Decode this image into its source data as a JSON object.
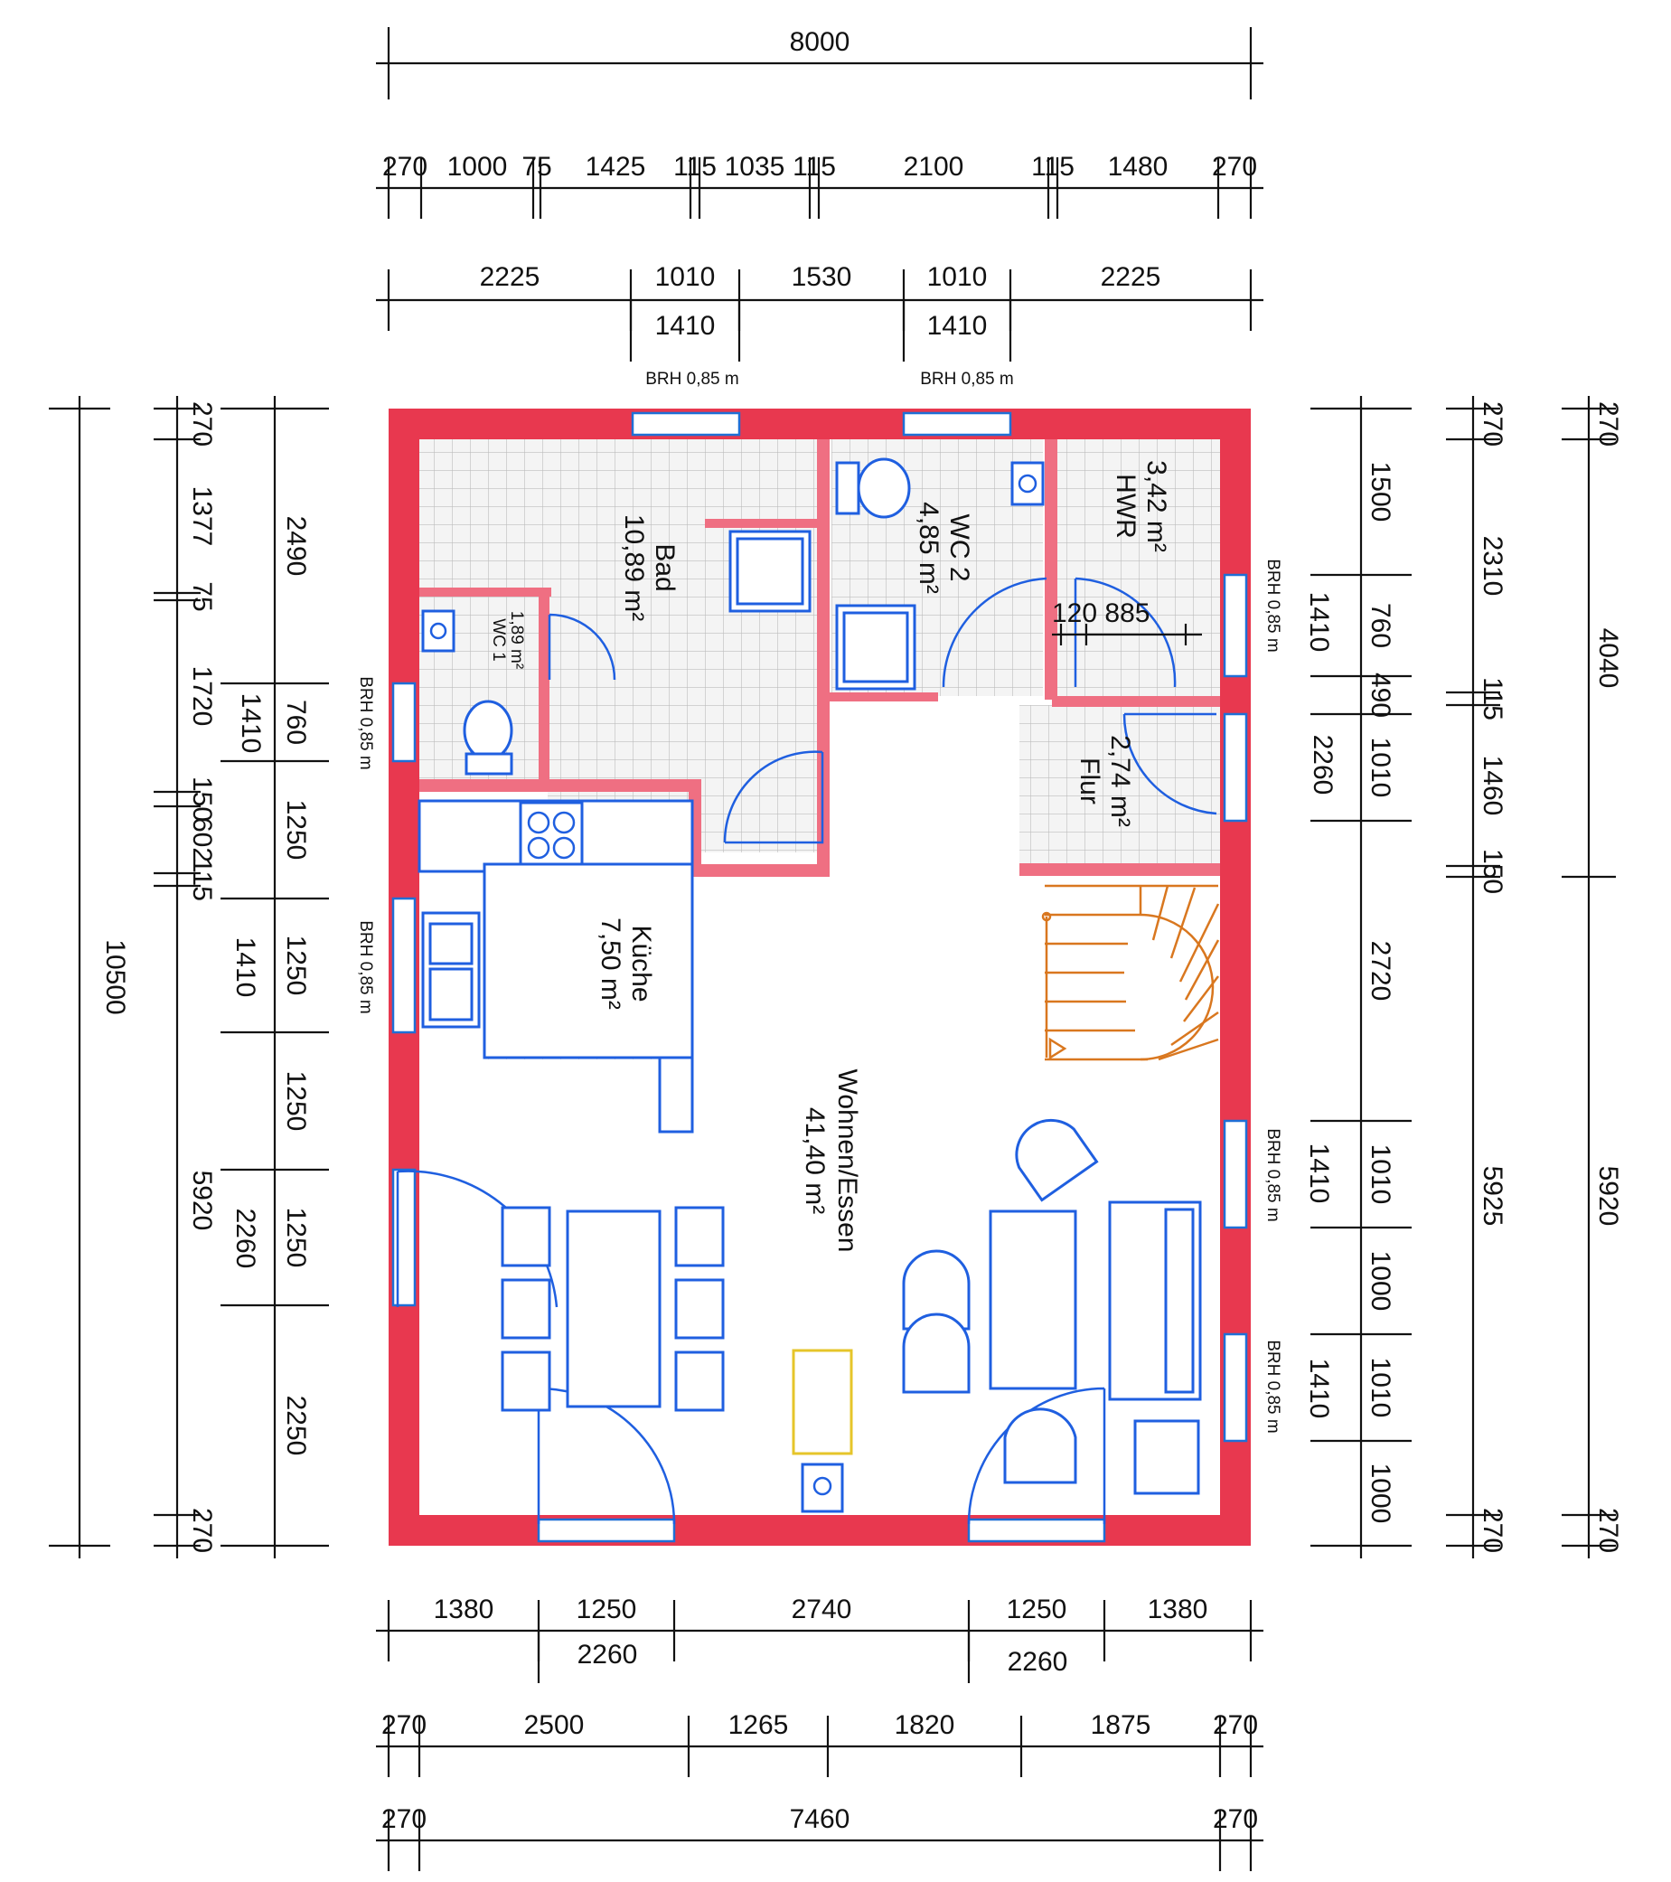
{
  "dims": {
    "top_total": "8000",
    "top_row1": [
      "270",
      "1000",
      "75",
      "1425",
      "115",
      "1035",
      "115",
      "2100",
      "115",
      "1480",
      "270"
    ],
    "top_row2": [
      "2225",
      "1010",
      "1530",
      "1010",
      "2225"
    ],
    "top_window": [
      "1410",
      "1410"
    ],
    "top_brh": [
      "BRH 0,85 m",
      "BRH 0,85 m"
    ],
    "left_total": "10500",
    "left_row1": [
      "270",
      "1377",
      "75",
      "1720",
      "150",
      "602",
      "115",
      "5920",
      "270"
    ],
    "left_row1b": [
      "1410",
      "1410",
      "2260"
    ],
    "left_row2": [
      "2490",
      "760",
      "1250",
      "1250",
      "1250",
      "1250",
      "2250"
    ],
    "left_brh": [
      "BRH 0,85 m",
      "BRH 0,85 m"
    ],
    "right_row1": [
      "1500",
      "760",
      "490",
      "1010",
      "2720",
      "1010",
      "1000",
      "1010",
      "1000"
    ],
    "right_row1b": [
      "1410",
      "2260",
      "1410",
      "1410"
    ],
    "right_row2": [
      "270",
      "2310",
      "115",
      "1460",
      "150",
      "5925",
      "270"
    ],
    "right_row3": [
      "270",
      "4040",
      "5920",
      "270"
    ],
    "right_brh": [
      "BRH 0,85 m",
      "BRH 0,85 m",
      "BRH 0,85 m"
    ],
    "bottom_row1": [
      "1380",
      "1250",
      "2740",
      "1250",
      "1380"
    ],
    "bottom_row1b": [
      "2260",
      "2260"
    ],
    "bottom_row2": [
      "270",
      "2500",
      "1265",
      "1820",
      "1875",
      "270"
    ],
    "bottom_row3": [
      "270",
      "7460",
      "270"
    ],
    "hwr_inner": "120 885"
  },
  "rooms": {
    "bad": {
      "name": "Bad",
      "area": "10,89 m²"
    },
    "wc2": {
      "name": "WC 2",
      "area": "4,85 m²"
    },
    "hwr": {
      "name": "HWR",
      "area": "3,42 m²"
    },
    "wc1": {
      "name": "WC 1",
      "area": "1,89 m²"
    },
    "flur": {
      "name": "Flur",
      "area": "2,74 m²"
    },
    "kueche": {
      "name": "Küche",
      "area": "7,50 m²"
    },
    "wohnen": {
      "name": "Wohnen/Essen",
      "area": "41,40 m²"
    }
  },
  "colors": {
    "wall": "#e8384f",
    "inner_wall": "#ef6f82",
    "furniture": "#1f5fe0",
    "stairs": "#d9771f",
    "tile_grid": "#bdbdbd"
  }
}
